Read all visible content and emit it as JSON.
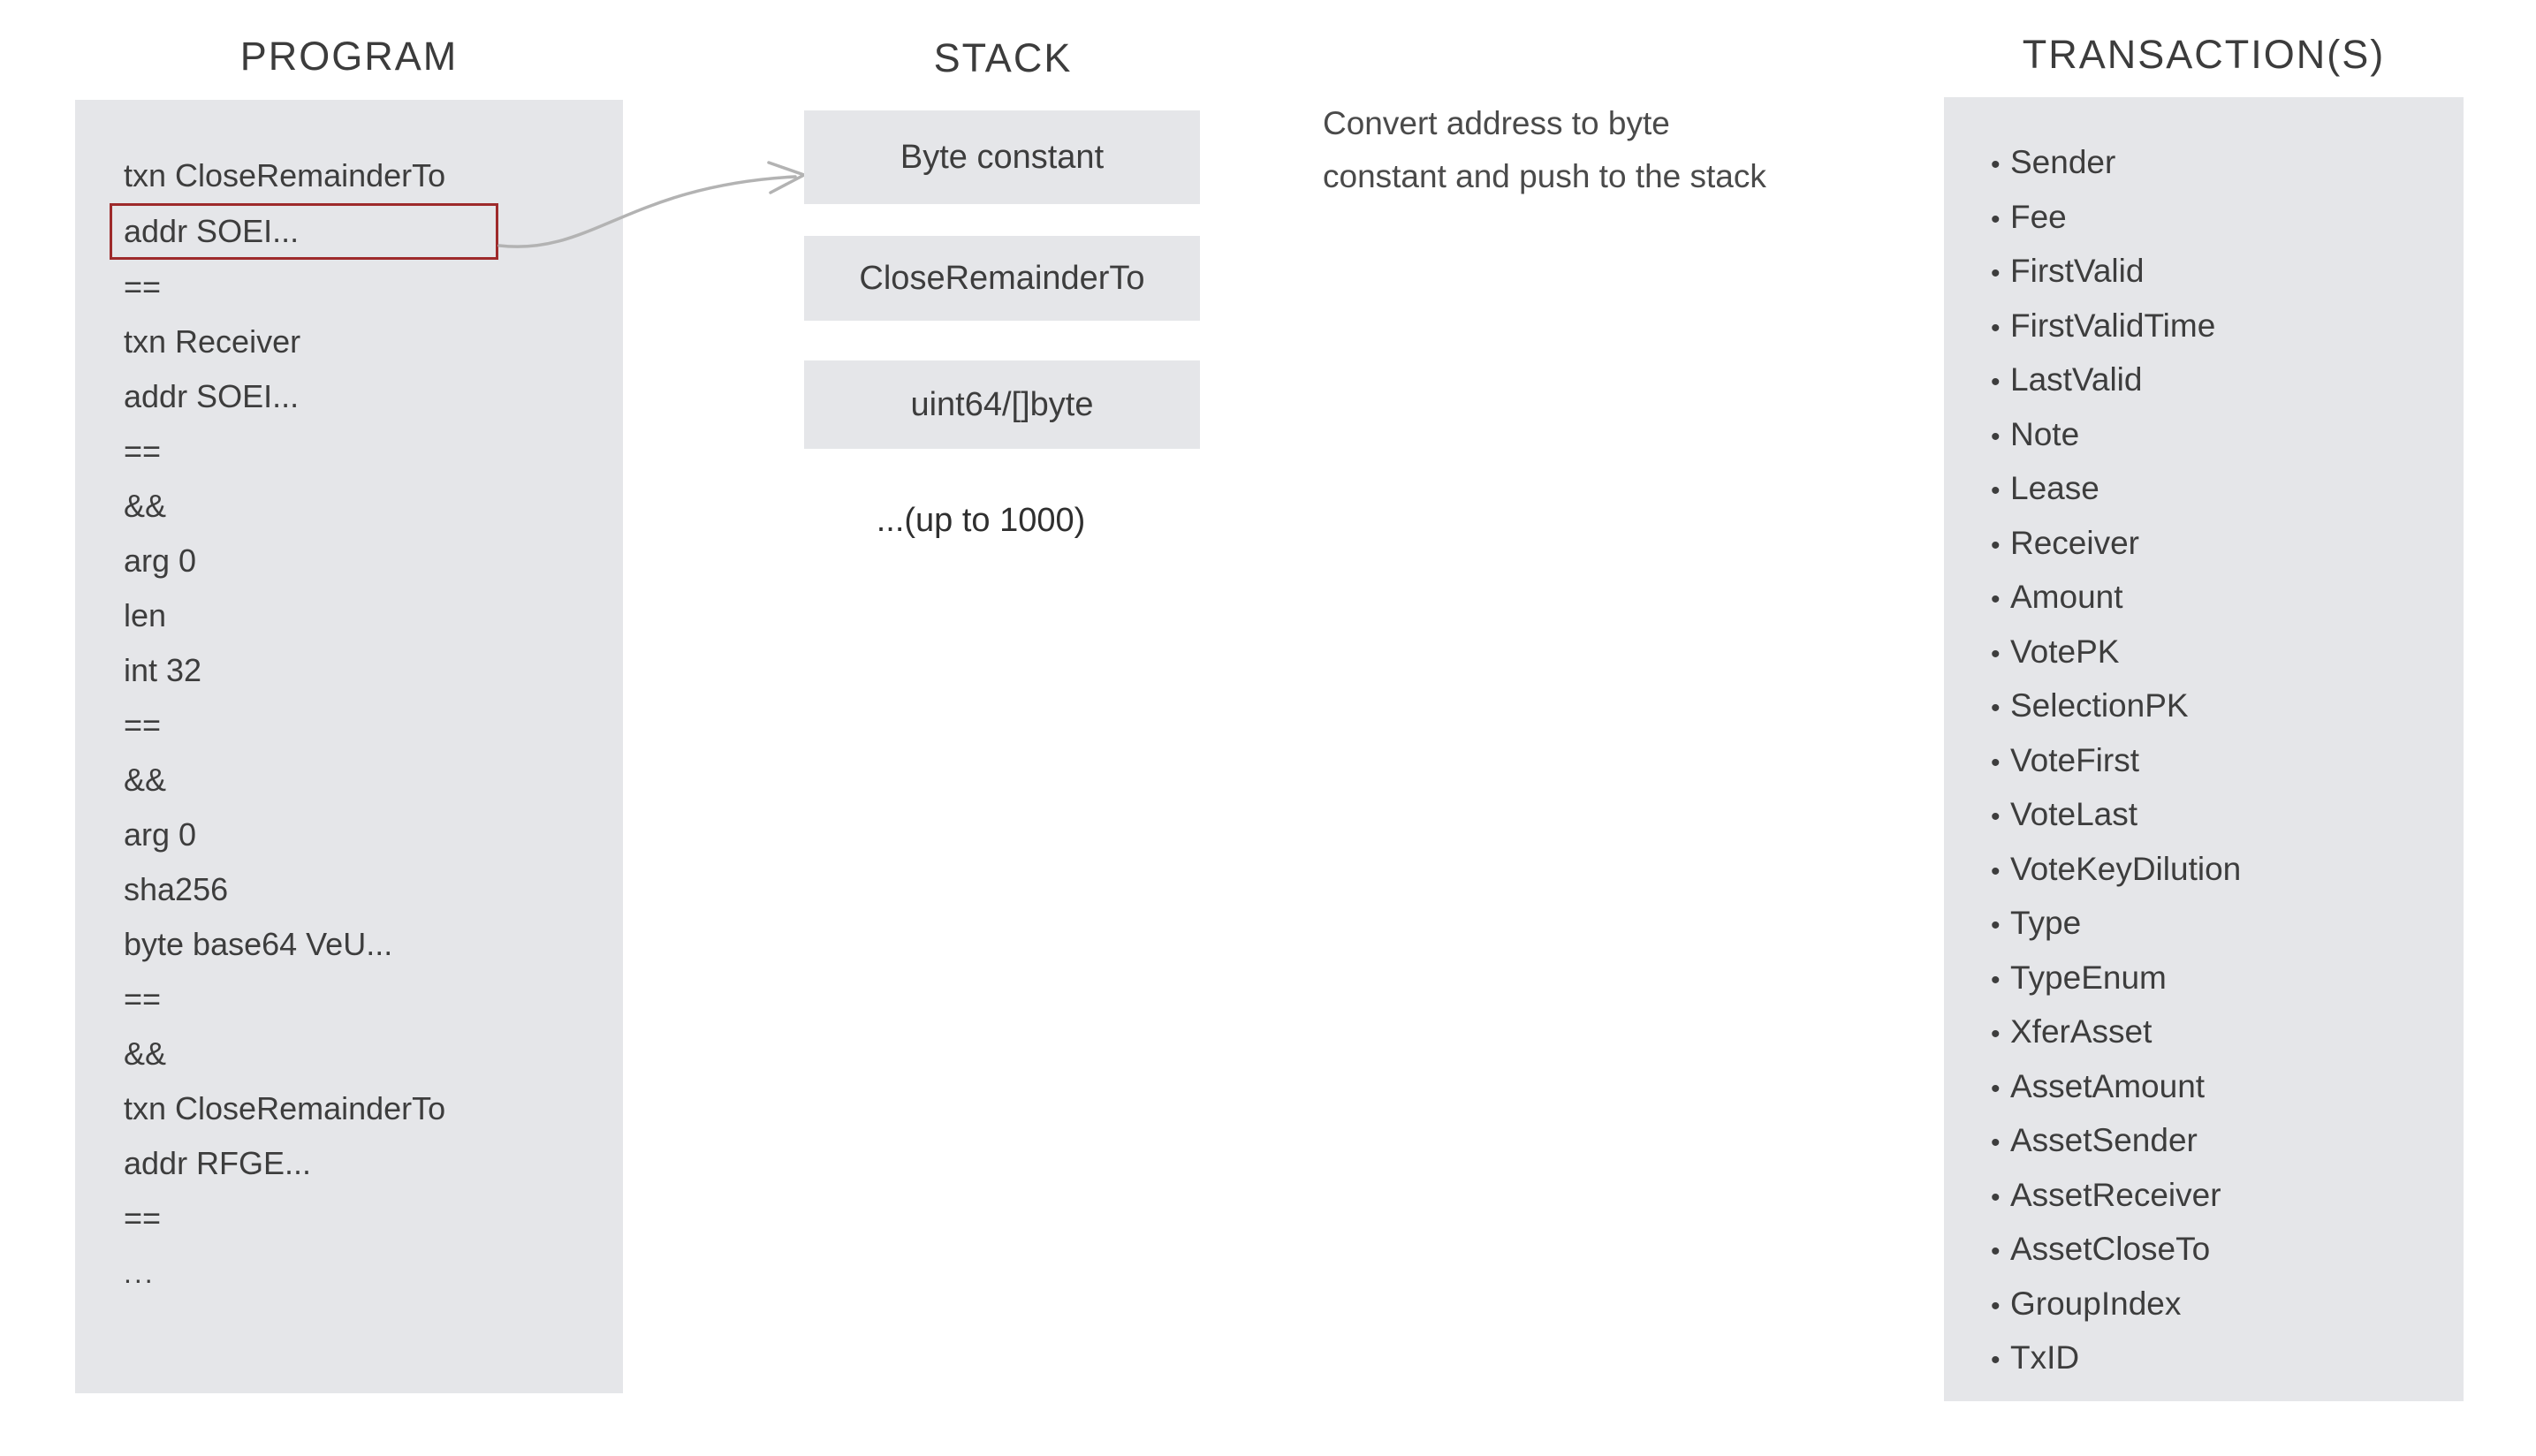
{
  "columns": {
    "program": {
      "heading": "PROGRAM"
    },
    "stack": {
      "heading": "STACK"
    },
    "transactions": {
      "heading": "TRANSACTION(S)"
    }
  },
  "program": {
    "lines": [
      {
        "text": "txn CloseRemainderTo",
        "highlighted": false
      },
      {
        "text": "addr SOEI...",
        "highlighted": true
      },
      {
        "text": "==",
        "highlighted": false
      },
      {
        "text": "txn Receiver",
        "highlighted": false
      },
      {
        "text": "addr SOEI...",
        "highlighted": false
      },
      {
        "text": "==",
        "highlighted": false
      },
      {
        "text": "&&",
        "highlighted": false
      },
      {
        "text": "arg 0",
        "highlighted": false
      },
      {
        "text": "len",
        "highlighted": false
      },
      {
        "text": "int 32",
        "highlighted": false
      },
      {
        "text": "==",
        "highlighted": false
      },
      {
        "text": "&&",
        "highlighted": false
      },
      {
        "text": "arg 0",
        "highlighted": false
      },
      {
        "text": "sha256",
        "highlighted": false
      },
      {
        "text": "byte base64 VeU...",
        "highlighted": false
      },
      {
        "text": "==",
        "highlighted": false
      },
      {
        "text": "&&",
        "highlighted": false
      },
      {
        "text": "txn CloseRemainderTo",
        "highlighted": false
      },
      {
        "text": "addr RFGE...",
        "highlighted": false
      },
      {
        "text": "==",
        "highlighted": false
      },
      {
        "text": "...",
        "highlighted": false
      }
    ]
  },
  "stack": {
    "items": [
      {
        "label": "Byte constant"
      },
      {
        "label": "CloseRemainderTo"
      },
      {
        "label": "uint64/[]byte"
      }
    ],
    "more_label": "...(up to 1000)"
  },
  "annotation": {
    "line1": "Convert address to byte",
    "line2": "constant and push to the stack"
  },
  "transactions": {
    "fields": [
      "Sender",
      "Fee",
      "FirstValid",
      "FirstValidTime",
      "LastValid",
      "Note",
      "Lease",
      "Receiver",
      "Amount",
      "VotePK",
      "SelectionPK",
      "VoteFirst",
      "VoteLast",
      "VoteKeyDilution",
      "Type",
      "TypeEnum",
      "XferAsset",
      "AssetAmount",
      "AssetSender",
      "AssetReceiver",
      "AssetCloseTo",
      "GroupIndex",
      "TxID"
    ],
    "bullet": "•"
  },
  "colors": {
    "panel_background": "#E5E6E9",
    "page_background": "#FFFFFF",
    "text": "#3D3D3D",
    "highlight_border": "#9E2A2B",
    "arrow": "#B3B3B3"
  }
}
